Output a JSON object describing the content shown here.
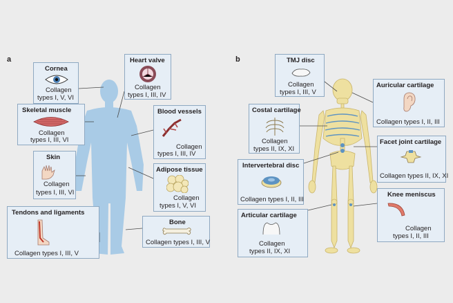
{
  "panels": {
    "a": "a",
    "b": "b"
  },
  "colors": {
    "body": "#a9cbe6",
    "skeleton": "#eee0a0",
    "box_fill": "#e6eef6",
    "box_border": "#8ea8c1",
    "leader": "#4a4a4a",
    "background": "#ececec"
  },
  "left": {
    "cornea": {
      "title": "Cornea",
      "line1": "Collagen",
      "line2": "types I, V, VI"
    },
    "heart_valve": {
      "title": "Heart valve",
      "line1": "Collagen",
      "line2": "types I, III, IV"
    },
    "skeletal_muscle": {
      "title": "Skeletal muscle",
      "line1": "Collagen",
      "line2": "types I, III, VI"
    },
    "blood_vessels": {
      "title": "Blood vessels",
      "line1": "Collagen",
      "line2": "types I, III, IV"
    },
    "skin": {
      "title": "Skin",
      "line1": "Collagen",
      "line2": "types I, III, VI"
    },
    "adipose_tissue": {
      "title": "Adipose tissue",
      "line1": "Collagen",
      "line2": "types I, V, VI"
    },
    "tendons": {
      "title": "Tendons and ligaments",
      "line1": "Collagen types I, III, V"
    },
    "bone": {
      "title": "Bone",
      "line1": "Collagen types I, III, V"
    }
  },
  "right": {
    "tmj_disc": {
      "title": "TMJ disc",
      "line1": "Collagen",
      "line2": "types I, III, V"
    },
    "auricular": {
      "title": "Auricular cartilage",
      "line1": "Collagen types I, II, III"
    },
    "costal": {
      "title": "Costal cartilage",
      "line1": "Collagen",
      "line2": "types II, IX, XI"
    },
    "facet": {
      "title": "Facet joint cartilage",
      "line1": "Collagen types II, IX, XI"
    },
    "intervertebral": {
      "title": "Intervertebral disc",
      "line1": "Collagen types I, II, III"
    },
    "knee": {
      "title": "Knee meniscus",
      "line1": "Collagen",
      "line2": "types I, II, III"
    },
    "articular": {
      "title": "Articular cartilage",
      "line1": "Collagen",
      "line2": "types II, IX, XI"
    }
  }
}
